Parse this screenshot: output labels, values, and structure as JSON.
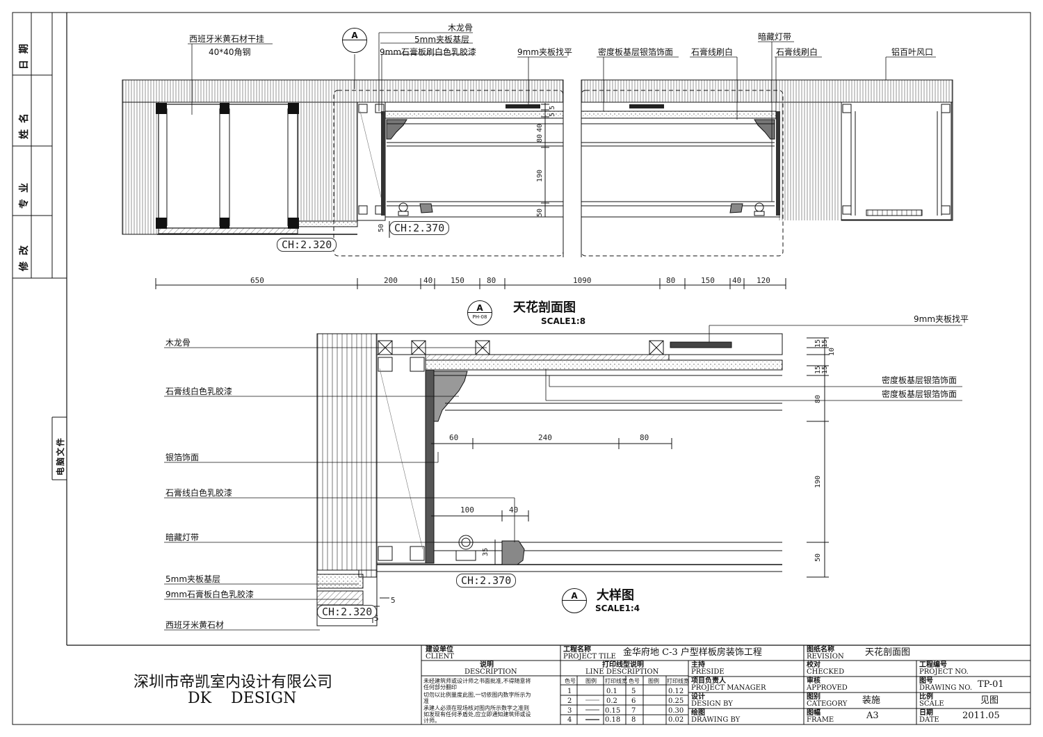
{
  "side_labels": {
    "date": "日 期",
    "name": "姓 名",
    "discipline": "专 业",
    "revise": "修 改",
    "computer_file": "电脑文件"
  },
  "section_a": {
    "callouts": {
      "wood_keel": "木龙骨",
      "plywood_5": "5mm夹板基层",
      "gypsum_9": "9mm石膏板刷白色乳胶漆",
      "plywood_9": "9mm夹板找平",
      "stone_dry": "西班牙米黄石材干挂",
      "angle_steel": "40*40角钢",
      "mdf_silver": "密度板基层银箔饰面",
      "gypsum_line": "石膏线刷白",
      "hidden_light": "暗藏灯带",
      "gypsum_line2": "石膏线刷白",
      "louver": "铝百叶风口"
    },
    "ch_left": "CH:2.320",
    "ch_right": "CH:2.370",
    "vert_dims": [
      "5",
      "5",
      "40",
      "80",
      "190",
      "50"
    ],
    "small_50": "50",
    "horiz_dims": [
      "650",
      "200",
      "40",
      "150",
      "80",
      "1090",
      "80",
      "150",
      "40",
      "120"
    ],
    "bubble_top": {
      "letter": "A",
      "sub": ""
    },
    "title": "天花剖面图",
    "bubble": {
      "letter": "A",
      "sub": "PH-08"
    },
    "scale": "SCALE1:8"
  },
  "detail": {
    "callouts_left": [
      "木龙骨",
      "石膏线白色乳胶漆",
      "银箔饰面",
      "石膏线白色乳胶漆",
      "暗藏灯带",
      "5mm夹板基层",
      "9mm石膏板白色乳胶漆",
      "西班牙米黄石材"
    ],
    "callouts_right": [
      "9mm夹板找平",
      "密度板基层银箔饰面",
      "密度板基层银箔饰面"
    ],
    "dims_h1": [
      "60",
      "240",
      "80"
    ],
    "dims_h2": [
      "100",
      "40"
    ],
    "dims_v": [
      "15",
      "15",
      "10",
      "15",
      "15",
      "80",
      "190",
      "50"
    ],
    "dim_35": "35",
    "dim_5a": "5",
    "dim_5b": "5",
    "ch_a": "CH:2.370",
    "ch_b": "CH:2.320",
    "title": "大样图",
    "bubble": {
      "letter": "A",
      "sub": ""
    },
    "scale": "SCALE1:4"
  },
  "title_block": {
    "company_cn": "深圳市帝凯室内设计有限公司",
    "company_en": "DK    DESIGN",
    "client_cn": "建设单位",
    "client_en": "CLIENT",
    "desc_cn": "说明",
    "desc_en": "DESCRIPTION",
    "desc_text": [
      "未经建筑师或设计师之书面批准,不得随意将",
      "任何部分翻印",
      "切勿以比例量度此图,一切依图内数字所示为",
      "准",
      "承建人必须在现场核对图内所示数字之准则",
      "如发现有任何矛盾处,应立即通知建筑师或设",
      "计师。"
    ],
    "project_cn": "工程名称",
    "project_en": "PROJECT TILE",
    "project_name": "金华府地 C-3 户型样板房装饰工程",
    "line_cn": "打印线型说明",
    "line_en": "LINE DESCRIPTION",
    "line_hdr": [
      "色号",
      "图例",
      "打印线宽",
      "色号",
      "图例",
      "打印线宽"
    ],
    "line_rows": [
      [
        "1",
        "0.1",
        "5",
        "0.12"
      ],
      [
        "2",
        "0.2",
        "6",
        "0.25"
      ],
      [
        "3",
        "0.15",
        "7",
        "0.30"
      ],
      [
        "4",
        "0.18",
        "8",
        "0.02"
      ]
    ],
    "preside_cn": "主持",
    "preside_en": "PRESIDE",
    "pm_cn": "项目负责人",
    "pm_en": "PROJECT MANAGER",
    "designby_cn": "设计",
    "designby_en": "DESIGN BY",
    "drawingby_cn": "绘图",
    "drawingby_en": "DRAWING BY",
    "revision_cn": "图纸名称",
    "revision_en": "REVISION",
    "revision_val": "天花剖面图",
    "checked_cn": "校对",
    "checked_en": "CHECKED",
    "approved_cn": "审核",
    "approved_en": "APPROVED",
    "category_cn": "图别",
    "category_en": "CATEGORY",
    "category_val": "装施",
    "frame_cn": "图幅",
    "frame_en": "FRAME",
    "frame_val": "A3",
    "projno_cn": "工程编号",
    "projno_en": "PROJECT NO.",
    "drawno_cn": "图号",
    "drawno_en": "DRAWING NO.",
    "drawno_val": "TP-01",
    "scale_cn": "比例",
    "scale_en": "SCALE",
    "scale_val": "见图",
    "date_cn": "日期",
    "date_en": "DATE",
    "date_val": "2011.05"
  },
  "colors": {
    "line": "#111111",
    "hatch": "#444444",
    "paper": "#ffffff"
  }
}
